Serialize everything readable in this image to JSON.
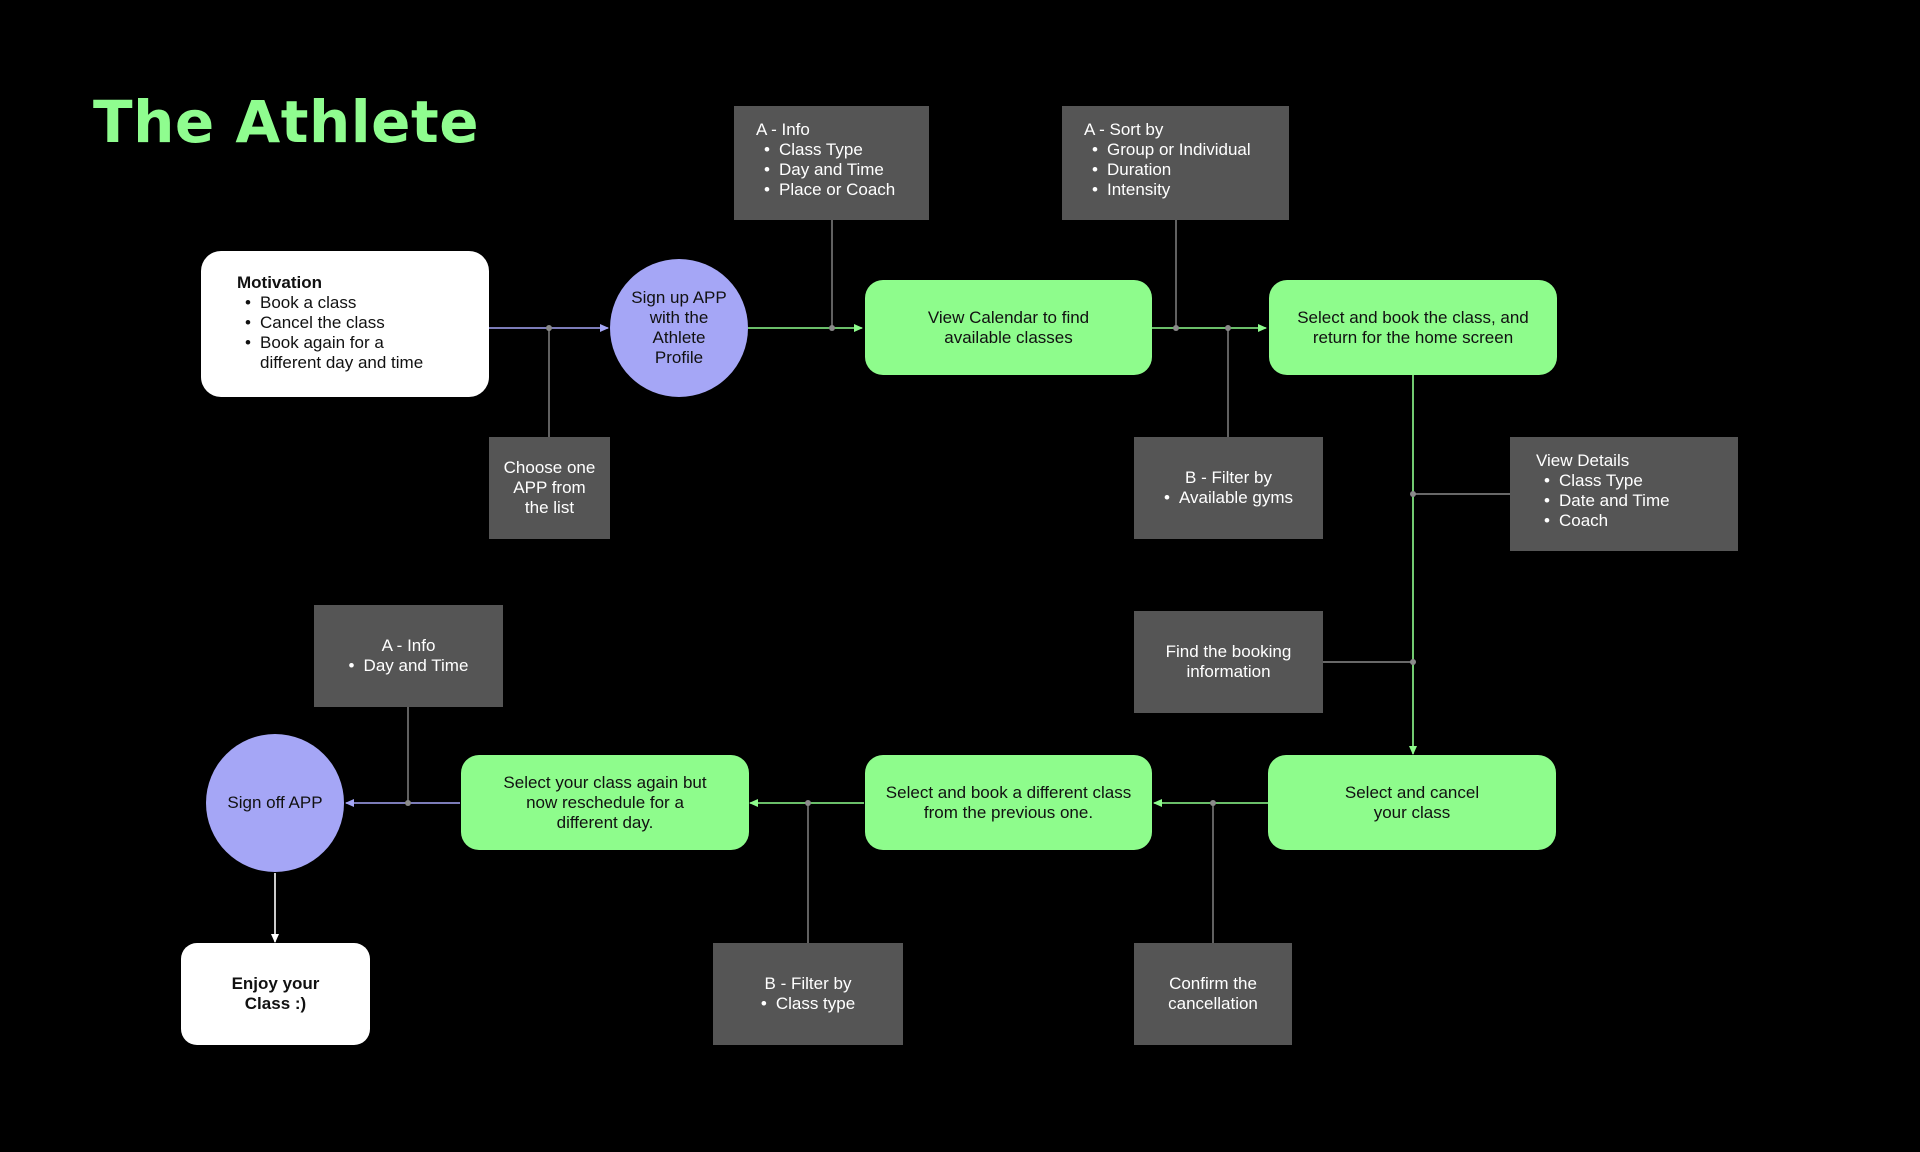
{
  "title": "The Athlete",
  "colors": {
    "background": "#000000",
    "title": "#8ffd8f",
    "green_node": "#8efc8c",
    "purple_node": "#a5a6f6",
    "gray_note": "#555555",
    "white_node": "#ffffff",
    "arrow_green": "#8efc8c",
    "arrow_purple": "#a5a6f6",
    "connector_gray": "#8a8a8a"
  },
  "nodes": {
    "motivation": {
      "heading": "Motivation",
      "items": [
        "Book a class",
        "Cancel the class",
        "Book again for a\ndifferent day and time"
      ]
    },
    "sign_up": "Sign up APP\nwith the\nAthlete\nProfile",
    "choose_app": "Choose one\nAPP from\nthe list",
    "info_a1": {
      "heading": "A - Info",
      "items": [
        "Class Type",
        "Day and Time",
        "Place or Coach"
      ]
    },
    "view_calendar": "View Calendar to find\navailable classes",
    "sort_by": {
      "heading": "A - Sort by",
      "items": [
        "Group or Individual",
        "Duration",
        "Intensity"
      ]
    },
    "filter_gyms": {
      "heading": "B - Filter by",
      "items": [
        "Available gyms"
      ]
    },
    "select_book": "Select and book the class, and\nreturn for the home screen",
    "view_details": {
      "heading": "View Details",
      "items": [
        "Class Type",
        "Date and Time",
        "Coach"
      ]
    },
    "find_booking": "Find the booking\ninformation",
    "select_cancel": "Select and cancel\nyour class",
    "confirm_cancel": "Confirm the\ncancellation",
    "select_different": "Select and book a different class\nfrom the previous one.",
    "filter_class_type": {
      "heading": "B - Filter by",
      "items": [
        "Class type"
      ]
    },
    "reschedule": "Select your class again but\nnow reschedule for a\ndifferent day.",
    "info_a2": {
      "heading": "A - Info",
      "items": [
        "Day and Time"
      ]
    },
    "sign_off": "Sign off APP",
    "enjoy": "Enjoy your\nClass :)"
  }
}
